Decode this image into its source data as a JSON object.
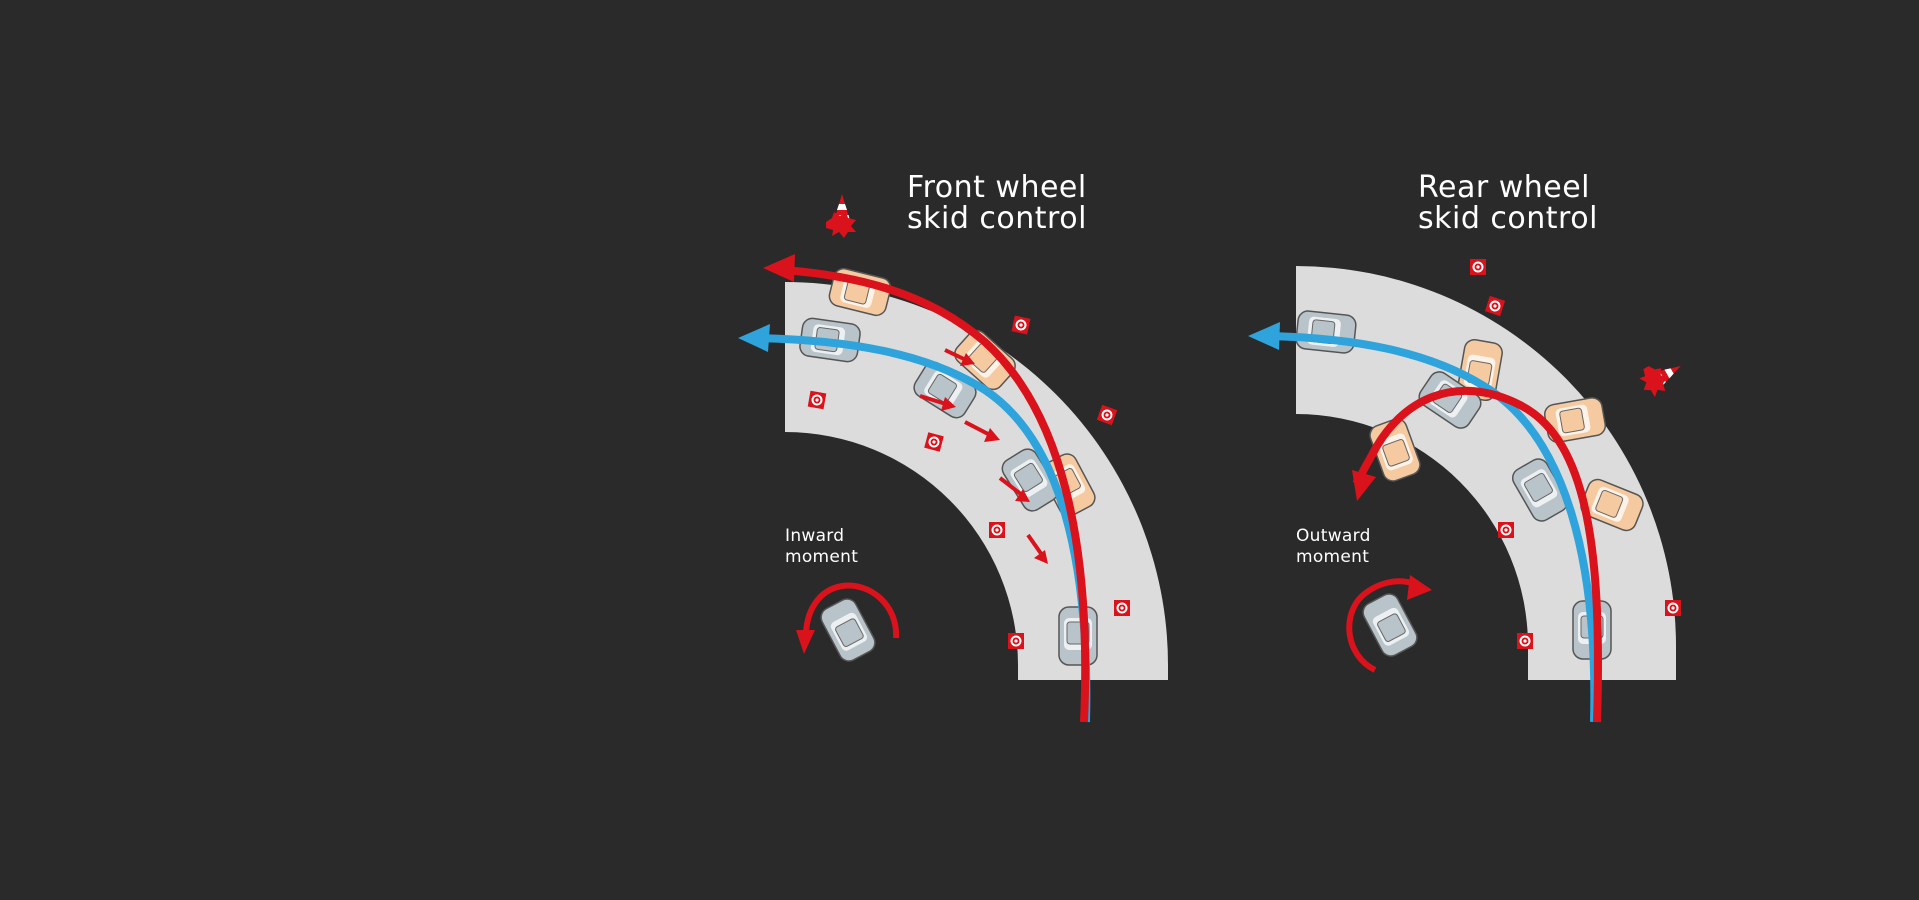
{
  "panels": [
    {
      "id": "front",
      "title_line1": "Front wheel",
      "title_line2": "skid control",
      "moment_line1": "Inward",
      "moment_line2": "moment"
    },
    {
      "id": "rear",
      "title_line1": "Rear wheel",
      "title_line2": "skid control",
      "moment_line1": "Outward",
      "moment_line2": "moment"
    }
  ],
  "colors": {
    "background": "#2a2a2a",
    "road": "#dcdcdc",
    "controlled_path": "#2ea3dc",
    "skid_path": "#d9121b",
    "car_controlled": "#b8c4c9",
    "car_skidding": "#f5caa0",
    "marker": "#d9121b",
    "text": "#ffffff"
  },
  "icons": [
    "traffic-cone-icon",
    "road-marker-icon",
    "car-icon",
    "rotation-arrow-icon",
    "impact-burst-icon"
  ]
}
